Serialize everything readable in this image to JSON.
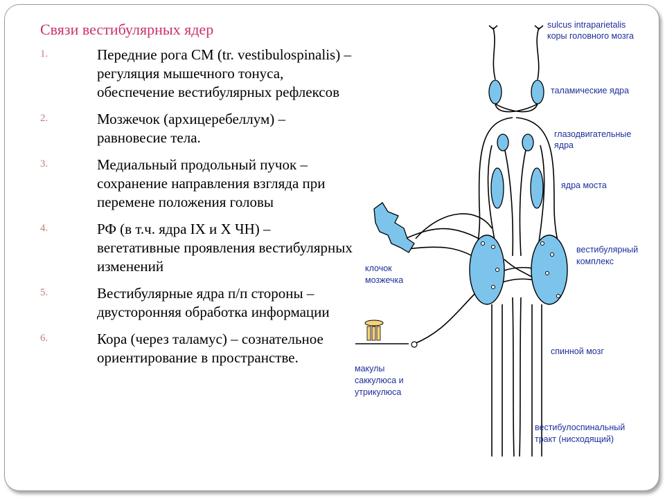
{
  "slide": {
    "title": "Связи вестибулярных ядер",
    "items": [
      {
        "num": "1.",
        "text": "Передние рога СМ (tr. vestibulospinalis) – регуляция мышечного тонуса, обеспечение вестибулярных рефлексов"
      },
      {
        "num": "2.",
        "text": "Мозжечок (архицеребеллум) – равновесие тела."
      },
      {
        "num": "3.",
        "text": "Медиальный продольный пучок – сохранение направления взгляда при перемене положения головы"
      },
      {
        "num": "4.",
        "text": "РФ (в т.ч. ядра IX и X ЧН) – вегетативные проявления вестибулярных изменений"
      },
      {
        "num": "5.",
        "text": "Вестибулярные ядра п/п стороны – двусторонняя обработка информации"
      },
      {
        "num": "6.",
        "text": "Кора (через таламус) – сознательное ориентирование в пространстве."
      }
    ]
  },
  "diagram": {
    "colors": {
      "fill": "#7cc4ec",
      "stroke": "#000000",
      "label": "#1f2f9a"
    },
    "labels": {
      "cortex_1": "sulcus intraparietalis",
      "cortex_2": "коры головного мозга",
      "thalamus": "таламические ядра",
      "oculomotor_1": "глазодвигательные",
      "oculomotor_2": "ядра",
      "pons": "ядра моста",
      "vestibular_1": "вестибулярный",
      "vestibular_2": "комплекс",
      "flocculus_1": "клочок",
      "flocculus_2": "мозжечка",
      "spinal": "спинной мозг",
      "maculae_1": "макулы",
      "maculae_2": "саккулюса и",
      "maculae_3": "утрикулюса",
      "tract_1": "вестибулоспинальный",
      "tract_2": "тракт (нисходящий)"
    }
  }
}
